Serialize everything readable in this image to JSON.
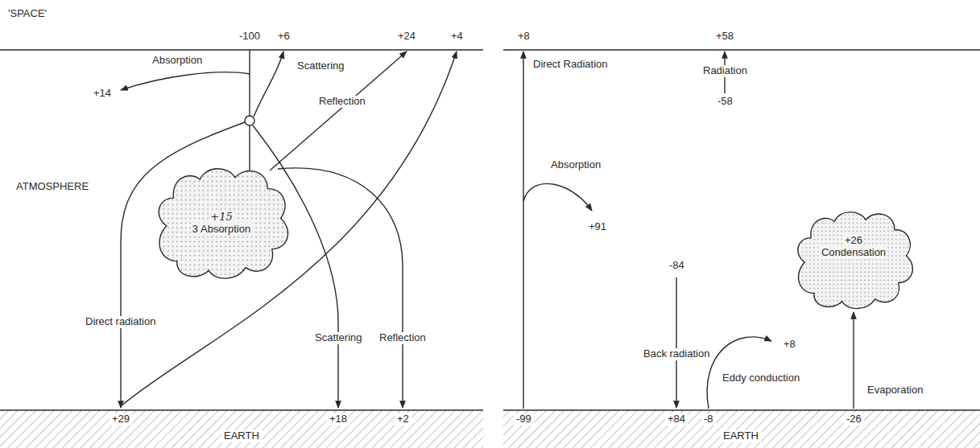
{
  "diagram": {
    "nodes": [
      {
        "text": [
          "+15",
          "3 Absorption"
        ]
      },
      {
        "text": [
          "+26",
          "Condensation"
        ]
      }
    ],
    "labels": [
      "'SPACE'",
      "-100",
      "+6",
      "+24",
      "+4",
      "Absorption",
      "+14",
      "Scattering",
      "Reflection",
      "ATMOSPHERE",
      "Direct radiation",
      "Scattering",
      "Reflection",
      "+29",
      "+18",
      "+2",
      "EARTH",
      "+8",
      "+58",
      "Direct Radiation",
      "Radiation",
      "-58",
      "Absorption",
      "+91",
      "-84",
      "Back radiation",
      "Eddy conduction",
      "+8",
      "Evaporation",
      "-99",
      "+84",
      "-8",
      "-26",
      "EARTH"
    ]
  }
}
